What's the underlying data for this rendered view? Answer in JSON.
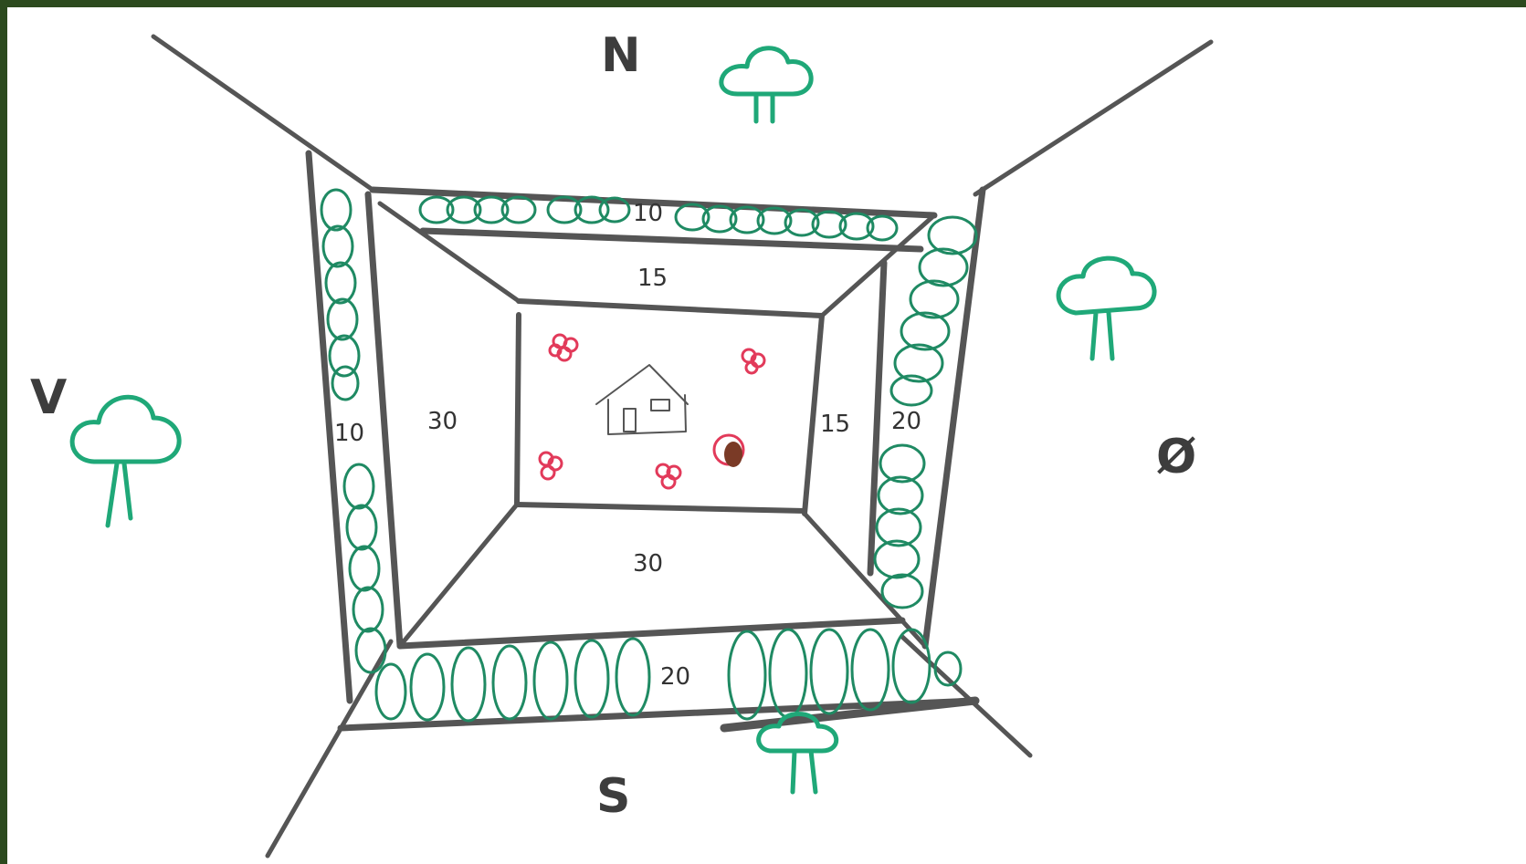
{
  "compass": {
    "north": "N",
    "south": "S",
    "west": "V",
    "east": "Ø"
  },
  "zones": {
    "outer_top": "10",
    "outer_left": "10",
    "outer_right": "20",
    "outer_bottom": "20",
    "inner_top": "15",
    "inner_left": "30",
    "inner_right": "15",
    "inner_bottom": "30"
  },
  "colors": {
    "frame": "#Outline",
    "hedge": "#1f8a63",
    "tree": "#1fa878",
    "flower": "#e23a5a",
    "background_border": "#2c4a1e"
  }
}
